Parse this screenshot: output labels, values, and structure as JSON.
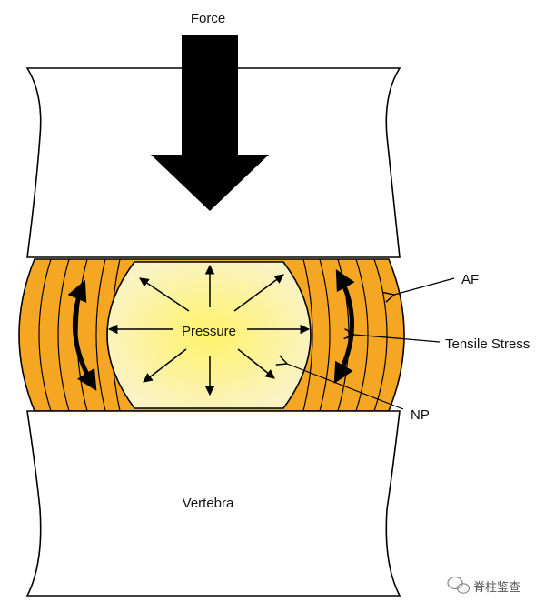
{
  "labels": {
    "force": "Force",
    "pressure": "Pressure",
    "vertebra": "Vertebra",
    "af": "AF",
    "tensile_stress": "Tensile Stress",
    "np": "NP"
  },
  "watermark": {
    "text": "脊柱鉴查",
    "icon": "wechat-icon"
  },
  "colors": {
    "annulus": "#F5A623",
    "nucleus_center": "#FFF36A",
    "nucleus_edge": "#FAF3C4",
    "bone": "#FFFFFF",
    "outline": "#000000"
  }
}
